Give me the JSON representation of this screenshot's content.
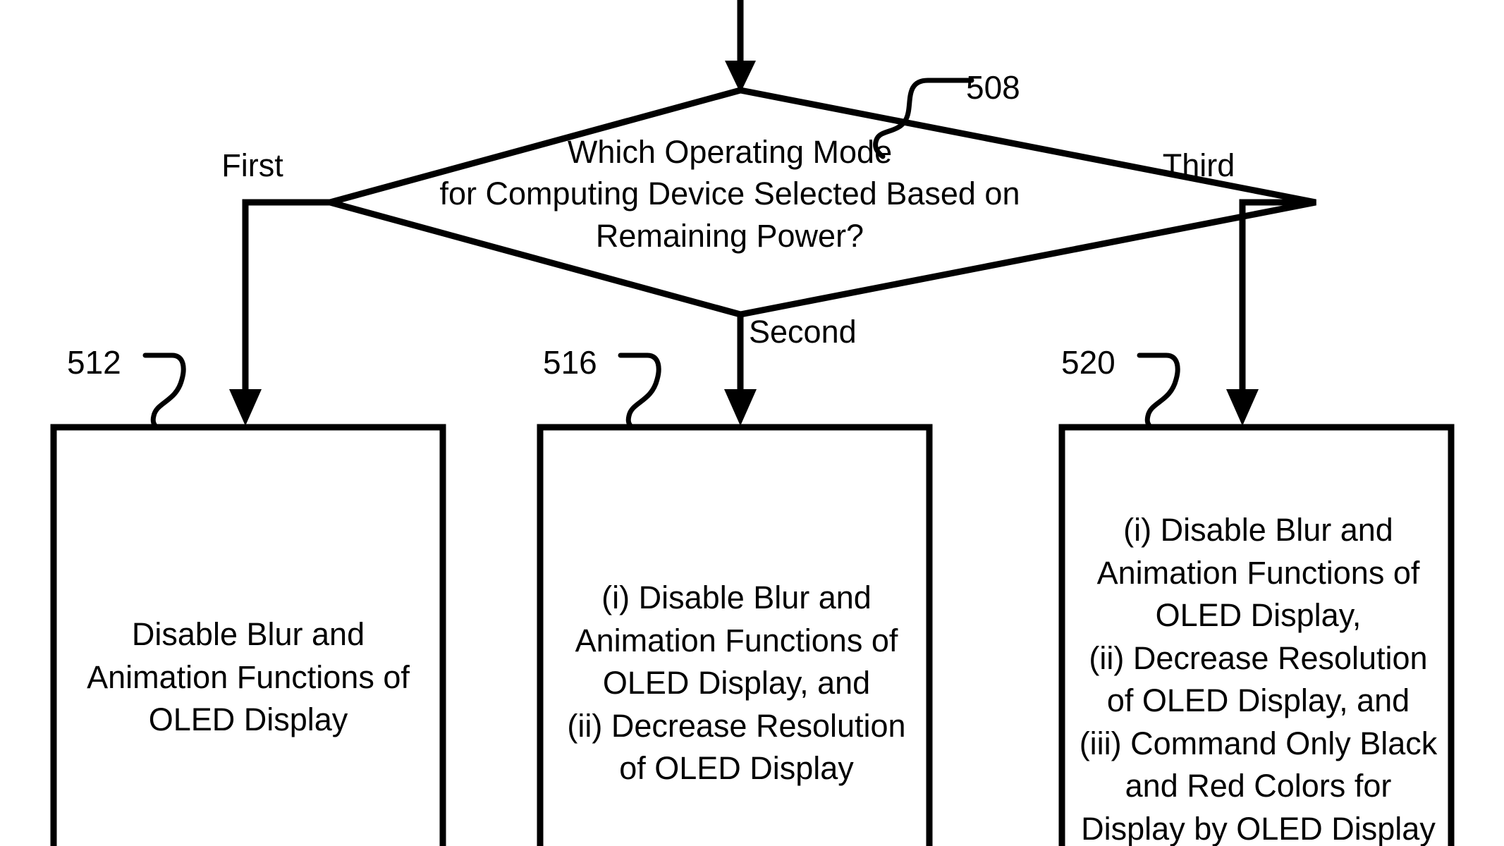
{
  "figure": {
    "decision": {
      "ref": "508",
      "text": "Which Operating Mode\nfor Computing Device Selected Based on\nRemaining Power?"
    },
    "branches": [
      {
        "label": "First",
        "target_ref": "512"
      },
      {
        "label": "Second",
        "target_ref": "516"
      },
      {
        "label": "Third",
        "target_ref": "520"
      }
    ],
    "boxes": [
      {
        "ref": "512",
        "text": "Disable Blur and\nAnimation Functions of\nOLED Display"
      },
      {
        "ref": "516",
        "text": "(i) Disable Blur and\nAnimation Functions of\nOLED Display, and\n(ii) Decrease Resolution\nof OLED Display"
      },
      {
        "ref": "520",
        "text": "(i) Disable Blur and\nAnimation Functions of\nOLED Display,\n(ii) Decrease Resolution\nof OLED Display, and\n(iii) Command Only Black\nand Red Colors for\nDisplay by OLED Display"
      }
    ],
    "colors": {
      "stroke": "#000000",
      "background": "#ffffff"
    }
  }
}
